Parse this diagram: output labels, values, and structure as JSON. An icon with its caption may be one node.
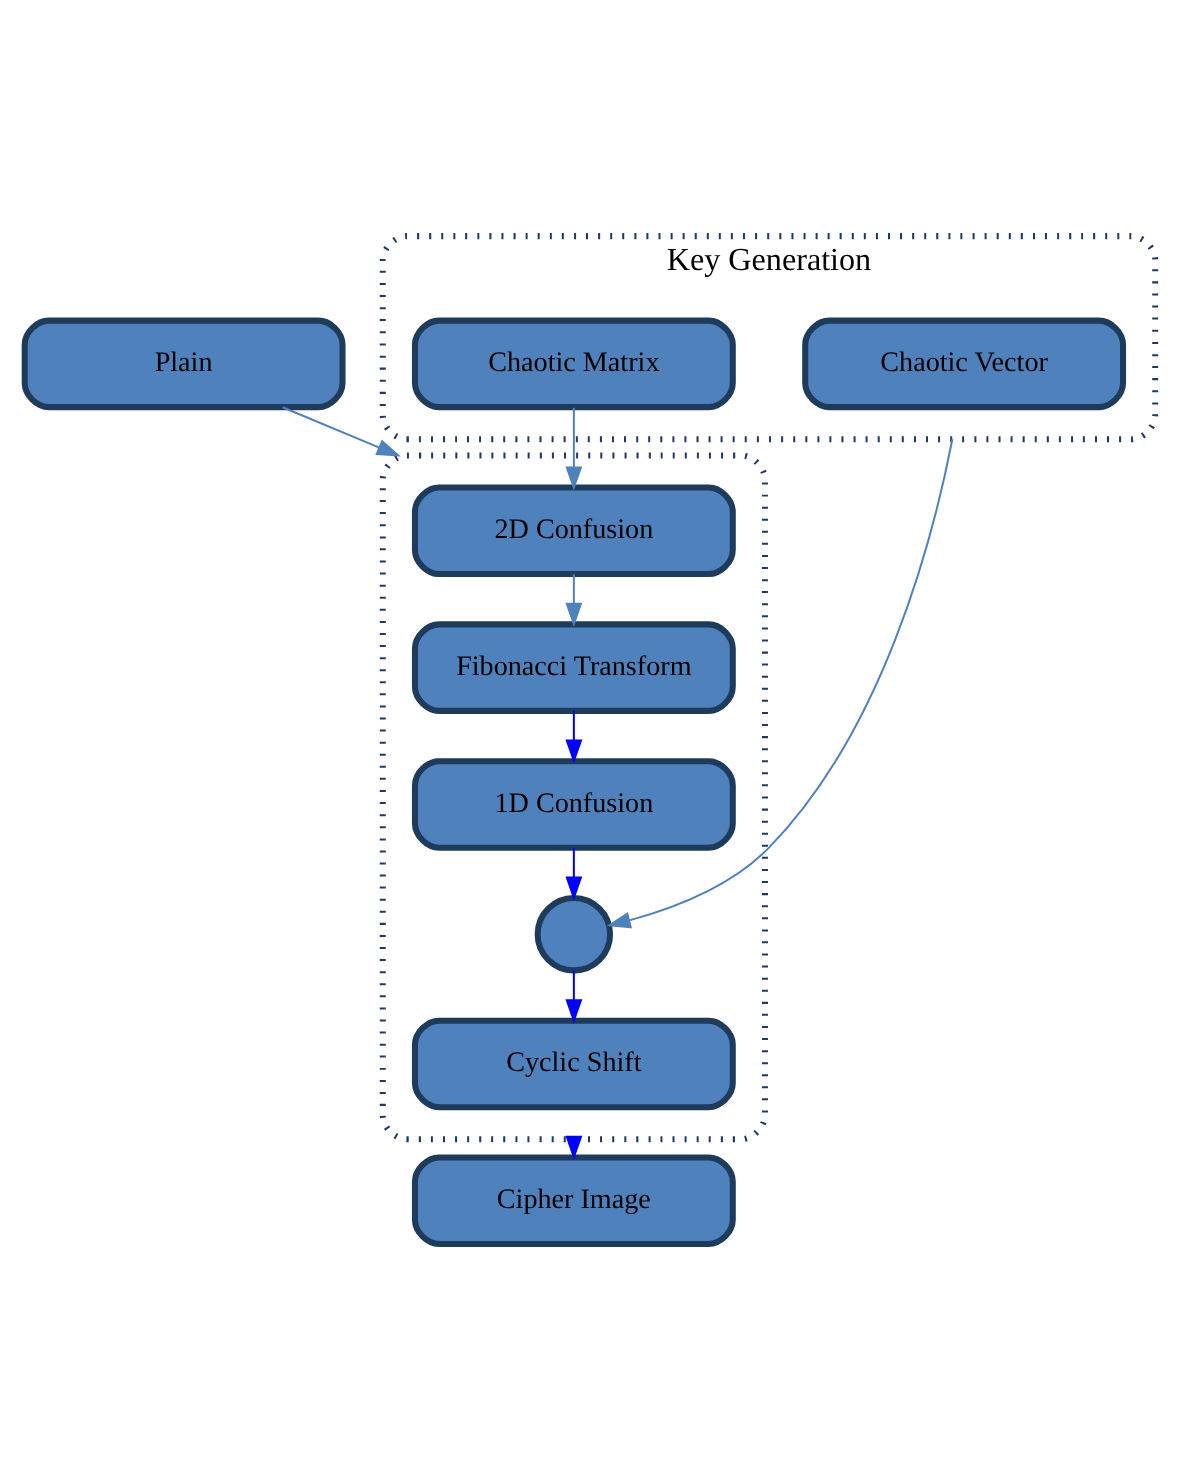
{
  "diagram": {
    "nodes": [
      {
        "text": [
          "Plain"
        ]
      },
      {
        "text": [
          "Key Generation"
        ]
      },
      {
        "text": [
          "Chaotic Matrix"
        ],
        "in": 1
      },
      {
        "text": [
          "Chaotic Vector"
        ],
        "in": 1
      },
      {
        "text": [],
        "shape": "box"
      },
      {
        "text": [
          "2D Confusion"
        ],
        "in": 4
      },
      {
        "text": [
          "Fibonacci Transform"
        ],
        "in": 4
      },
      {
        "text": [
          "1D Confusion"
        ],
        "in": 4
      },
      {
        "text": [],
        "shape": "circle",
        "in": 4
      },
      {
        "text": [
          "Cyclic Shift"
        ],
        "in": 4
      },
      {
        "text": [
          "Cipher Image"
        ]
      }
    ],
    "edges": [
      {
        "from": 0,
        "to": 4,
        "arrow": "to",
        "color": "#4f81bd"
      },
      {
        "from": 2,
        "to": 5,
        "arrow": "to",
        "color": "#4f81bd"
      },
      {
        "from": 5,
        "to": 6,
        "arrow": "to",
        "color": "#4f81bd"
      },
      {
        "from": 6,
        "to": 7,
        "arrow": "to",
        "color": "#0000ff"
      },
      {
        "from": 7,
        "to": 8,
        "arrow": "to",
        "color": "#0000ff"
      },
      {
        "from": 1,
        "to": 8,
        "arrow": "to",
        "color": "#4f81bd"
      },
      {
        "from": 8,
        "to": 9,
        "arrow": "to",
        "color": "#0000ff"
      },
      {
        "from": 4,
        "to": 10,
        "arrow": "to",
        "color": "#0000ff"
      }
    ]
  }
}
